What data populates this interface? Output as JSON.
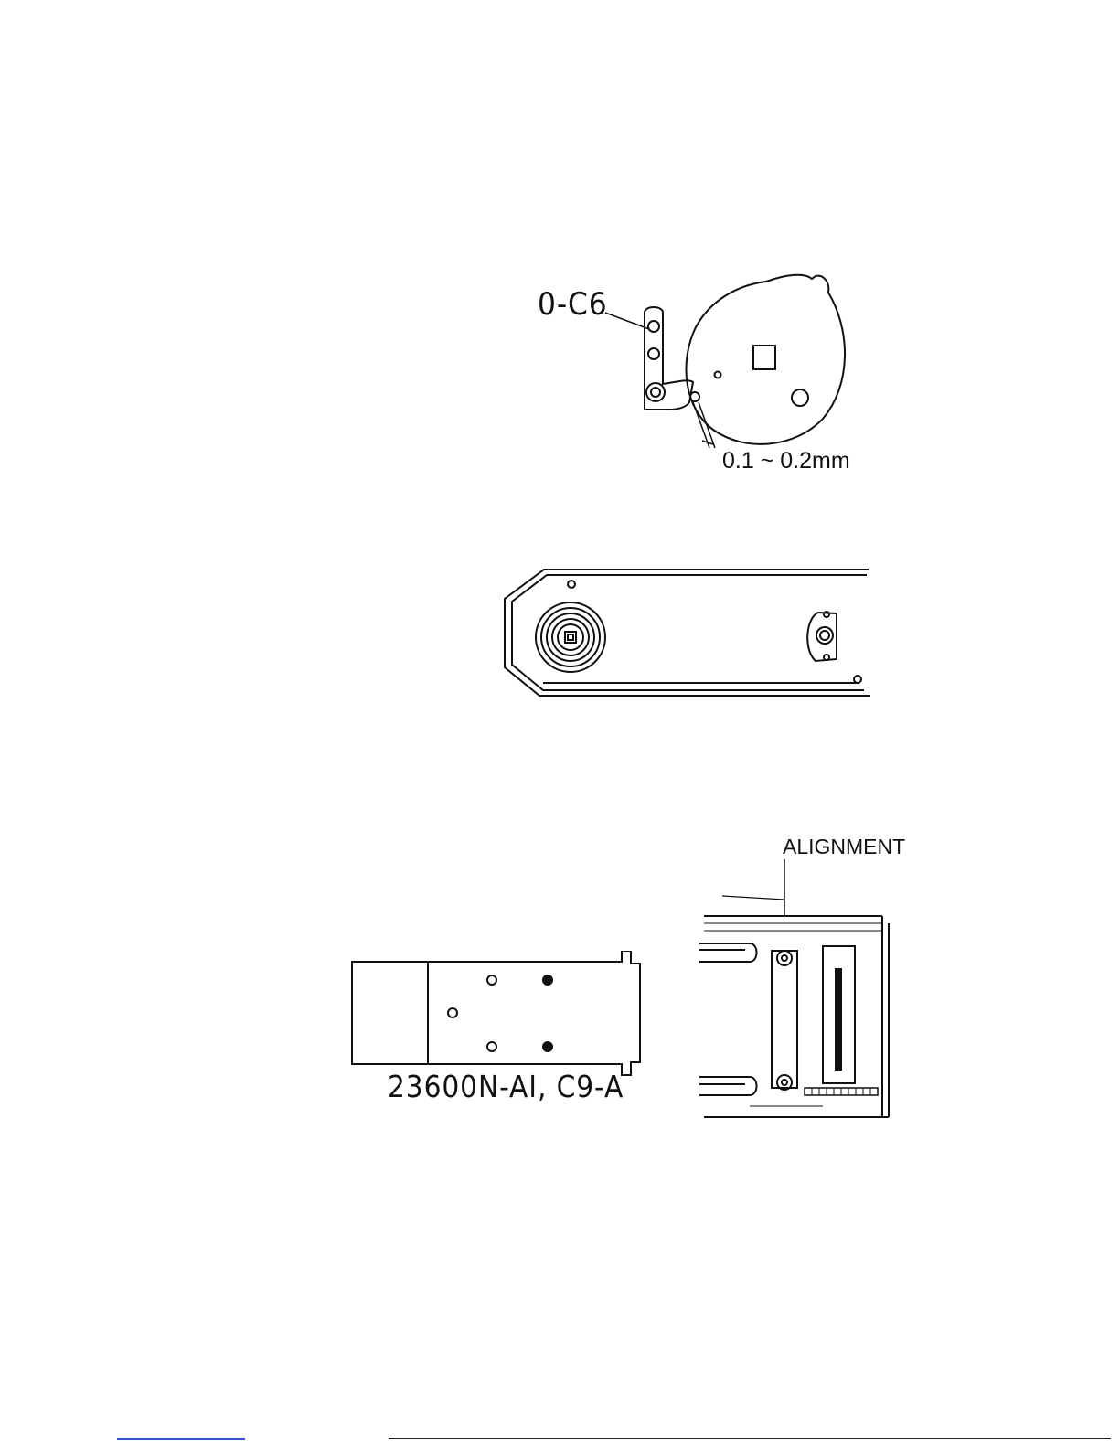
{
  "figure1": {
    "part_label": "0-C6",
    "clearance_label": "0.1 ~ 0.2mm"
  },
  "figure3": {
    "alignment_label": "ALIGNMENT",
    "part_label": "23600N-AI, C9-A"
  },
  "colors": {
    "ink": "#111111",
    "paper": "#ffffff",
    "link": "#3355cc"
  }
}
